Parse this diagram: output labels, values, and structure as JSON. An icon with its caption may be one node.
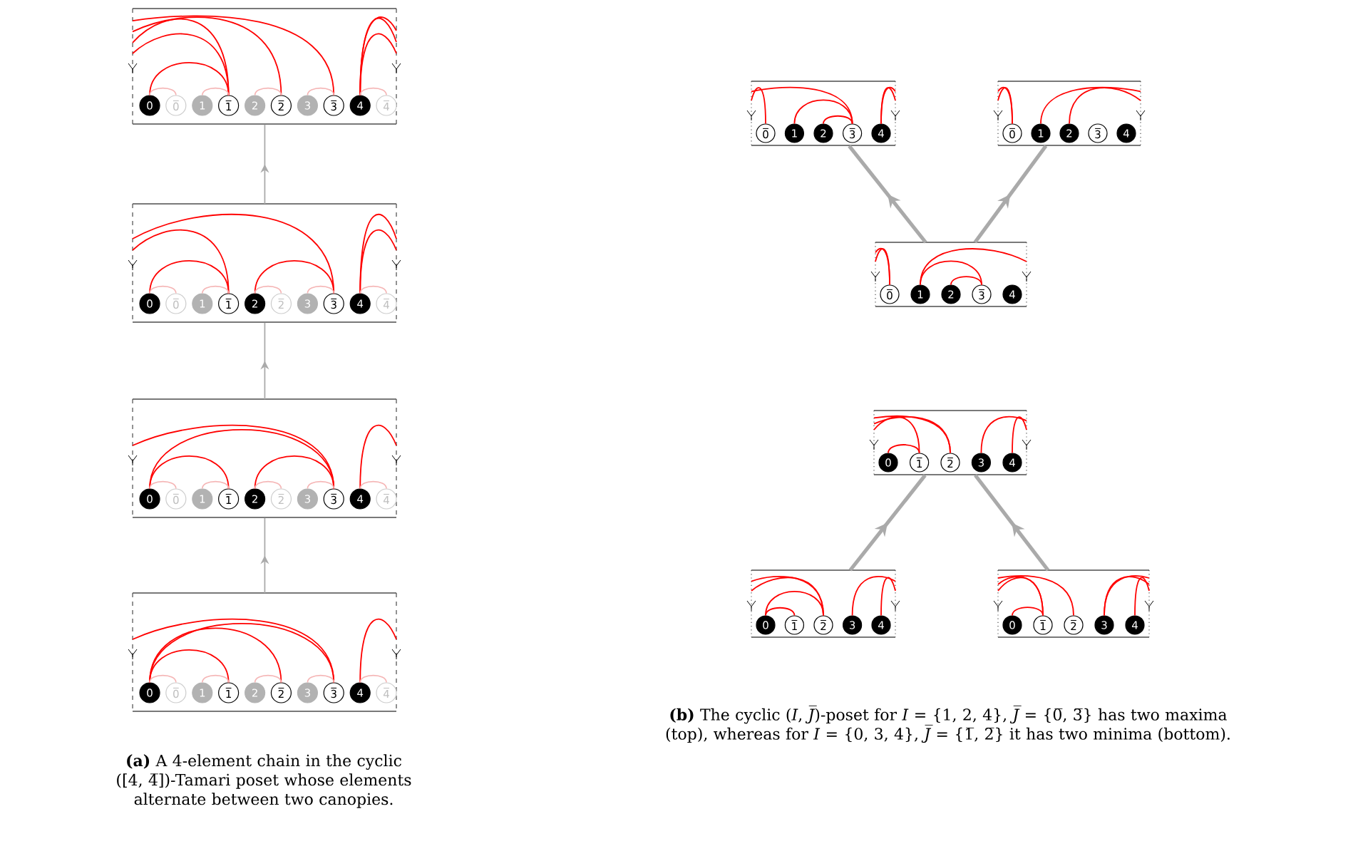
{
  "diagram": {
    "nodes": [
      {
        "text": [],
        "shape": "box"
      },
      {
        "text": [
          "0"
        ],
        "in": 0
      },
      {
        "text": [
          "0̅"
        ],
        "in": 0
      },
      {
        "text": [
          "1"
        ],
        "in": 0
      },
      {
        "text": [
          "1̅"
        ],
        "in": 0
      },
      {
        "text": [
          "2"
        ],
        "in": 0
      },
      {
        "text": [
          "2̅"
        ],
        "in": 0
      },
      {
        "text": [
          "3"
        ],
        "in": 0
      },
      {
        "text": [
          "3̅"
        ],
        "in": 0
      },
      {
        "text": [
          "4"
        ],
        "in": 0
      },
      {
        "text": [
          "4̅"
        ],
        "in": 0
      },
      {
        "text": [],
        "shape": "box"
      },
      {
        "text": [
          "0"
        ],
        "in": 11
      },
      {
        "text": [
          "0̅"
        ],
        "in": 11
      },
      {
        "text": [
          "1"
        ],
        "in": 11
      },
      {
        "text": [
          "1̅"
        ],
        "in": 11
      },
      {
        "text": [
          "2"
        ],
        "in": 11
      },
      {
        "text": [
          "2̅"
        ],
        "in": 11
      },
      {
        "text": [
          "3"
        ],
        "in": 11
      },
      {
        "text": [
          "3̅"
        ],
        "in": 11
      },
      {
        "text": [
          "4"
        ],
        "in": 11
      },
      {
        "text": [
          "4̅"
        ],
        "in": 11
      },
      {
        "text": [],
        "shape": "box"
      },
      {
        "text": [
          "0"
        ],
        "in": 22
      },
      {
        "text": [
          "0̅"
        ],
        "in": 22
      },
      {
        "text": [
          "1"
        ],
        "in": 22
      },
      {
        "text": [
          "1̅"
        ],
        "in": 22
      },
      {
        "text": [
          "2"
        ],
        "in": 22
      },
      {
        "text": [
          "2̅"
        ],
        "in": 22
      },
      {
        "text": [
          "3"
        ],
        "in": 22
      },
      {
        "text": [
          "3̅"
        ],
        "in": 22
      },
      {
        "text": [
          "4"
        ],
        "in": 22
      },
      {
        "text": [
          "4̅"
        ],
        "in": 22
      },
      {
        "text": [],
        "shape": "box"
      },
      {
        "text": [
          "0"
        ],
        "in": 33
      },
      {
        "text": [
          "0̅"
        ],
        "in": 33
      },
      {
        "text": [
          "1"
        ],
        "in": 33
      },
      {
        "text": [
          "1̅"
        ],
        "in": 33
      },
      {
        "text": [
          "2"
        ],
        "in": 33
      },
      {
        "text": [
          "2̅"
        ],
        "in": 33
      },
      {
        "text": [
          "3"
        ],
        "in": 33
      },
      {
        "text": [
          "3̅"
        ],
        "in": 33
      },
      {
        "text": [
          "4"
        ],
        "in": 33
      },
      {
        "text": [
          "4̅"
        ],
        "in": 33
      },
      {
        "text": [],
        "shape": "box"
      },
      {
        "text": [
          "0̅"
        ],
        "in": 44
      },
      {
        "text": [
          "1"
        ],
        "in": 44
      },
      {
        "text": [
          "2"
        ],
        "in": 44
      },
      {
        "text": [
          "3̅"
        ],
        "in": 44
      },
      {
        "text": [
          "4"
        ],
        "in": 44
      },
      {
        "text": [],
        "shape": "box"
      },
      {
        "text": [
          "0̅"
        ],
        "in": 50
      },
      {
        "text": [
          "1"
        ],
        "in": 50
      },
      {
        "text": [
          "2"
        ],
        "in": 50
      },
      {
        "text": [
          "3̅"
        ],
        "in": 50
      },
      {
        "text": [
          "4"
        ],
        "in": 50
      },
      {
        "text": [],
        "shape": "box"
      },
      {
        "text": [
          "0̅"
        ],
        "in": 56
      },
      {
        "text": [
          "1"
        ],
        "in": 56
      },
      {
        "text": [
          "2"
        ],
        "in": 56
      },
      {
        "text": [
          "3̅"
        ],
        "in": 56
      },
      {
        "text": [
          "4"
        ],
        "in": 56
      },
      {
        "text": [],
        "shape": "box"
      },
      {
        "text": [
          "0"
        ],
        "in": 62
      },
      {
        "text": [
          "1̅"
        ],
        "in": 62
      },
      {
        "text": [
          "2̅"
        ],
        "in": 62
      },
      {
        "text": [
          "3"
        ],
        "in": 62
      },
      {
        "text": [
          "4"
        ],
        "in": 62
      },
      {
        "text": [],
        "shape": "box"
      },
      {
        "text": [
          "0"
        ],
        "in": 68
      },
      {
        "text": [
          "1̅"
        ],
        "in": 68
      },
      {
        "text": [
          "2̅"
        ],
        "in": 68
      },
      {
        "text": [
          "3"
        ],
        "in": 68
      },
      {
        "text": [
          "4"
        ],
        "in": 68
      },
      {
        "text": [],
        "shape": "box"
      },
      {
        "text": [
          "0"
        ],
        "in": 74
      },
      {
        "text": [
          "1̅"
        ],
        "in": 74
      },
      {
        "text": [
          "2̅"
        ],
        "in": 74
      },
      {
        "text": [
          "3"
        ],
        "in": 74
      },
      {
        "text": [
          "4"
        ],
        "in": 74
      }
    ],
    "edges": [
      {
        "from": 1,
        "to": 4,
        "arrow": "none"
      },
      {
        "from": null,
        "to": 4,
        "arrow": "none"
      },
      {
        "from": null,
        "to": 4,
        "arrow": "none"
      },
      {
        "from": null,
        "to": 6,
        "arrow": "none"
      },
      {
        "from": null,
        "to": 8,
        "arrow": "none"
      },
      {
        "from": 9,
        "to": null,
        "arrow": "none"
      },
      {
        "from": 9,
        "to": null,
        "arrow": "none"
      },
      {
        "from": 9,
        "to": null,
        "arrow": "none"
      },
      {
        "from": 1,
        "to": 2,
        "arrow": "none",
        "color": "#f5b5b5"
      },
      {
        "from": 3,
        "to": 4,
        "arrow": "none",
        "color": "#f5b5b5"
      },
      {
        "from": 5,
        "to": 6,
        "arrow": "none",
        "color": "#f5b5b5"
      },
      {
        "from": 7,
        "to": 8,
        "arrow": "none",
        "color": "#f5b5b5"
      },
      {
        "from": 9,
        "to": 10,
        "arrow": "none",
        "color": "#f5b5b5"
      },
      {
        "from": 12,
        "to": 15,
        "arrow": "none"
      },
      {
        "from": null,
        "to": 15,
        "arrow": "none"
      },
      {
        "from": null,
        "to": 19,
        "arrow": "none"
      },
      {
        "from": 16,
        "to": 19,
        "arrow": "none"
      },
      {
        "from": 20,
        "to": null,
        "arrow": "none"
      },
      {
        "from": 20,
        "to": null,
        "arrow": "none"
      },
      {
        "from": 12,
        "to": 13,
        "arrow": "none",
        "color": "#f5b5b5"
      },
      {
        "from": 14,
        "to": 15,
        "arrow": "none",
        "color": "#f5b5b5"
      },
      {
        "from": 16,
        "to": 17,
        "arrow": "none",
        "color": "#f5b5b5"
      },
      {
        "from": 18,
        "to": 19,
        "arrow": "none",
        "color": "#f5b5b5"
      },
      {
        "from": 20,
        "to": 21,
        "arrow": "none",
        "color": "#f5b5b5"
      },
      {
        "from": 23,
        "to": 26,
        "arrow": "none"
      },
      {
        "from": 23,
        "to": 30,
        "arrow": "none"
      },
      {
        "from": null,
        "to": 30,
        "arrow": "none"
      },
      {
        "from": 27,
        "to": 30,
        "arrow": "none"
      },
      {
        "from": 31,
        "to": null,
        "arrow": "none"
      },
      {
        "from": 23,
        "to": 24,
        "arrow": "none",
        "color": "#f5b5b5"
      },
      {
        "from": 25,
        "to": 26,
        "arrow": "none",
        "color": "#f5b5b5"
      },
      {
        "from": 27,
        "to": 28,
        "arrow": "none",
        "color": "#f5b5b5"
      },
      {
        "from": 29,
        "to": 30,
        "arrow": "none",
        "color": "#f5b5b5"
      },
      {
        "from": 31,
        "to": 32,
        "arrow": "none",
        "color": "#f5b5b5"
      },
      {
        "from": 34,
        "to": 37,
        "arrow": "none"
      },
      {
        "from": 34,
        "to": 39,
        "arrow": "none"
      },
      {
        "from": 34,
        "to": 41,
        "arrow": "none"
      },
      {
        "from": null,
        "to": 41,
        "arrow": "none"
      },
      {
        "from": 42,
        "to": null,
        "arrow": "none"
      },
      {
        "from": 34,
        "to": 35,
        "arrow": "none",
        "color": "#f5b5b5"
      },
      {
        "from": 36,
        "to": 37,
        "arrow": "none",
        "color": "#f5b5b5"
      },
      {
        "from": 38,
        "to": 39,
        "arrow": "none",
        "color": "#f5b5b5"
      },
      {
        "from": 40,
        "to": 41,
        "arrow": "none",
        "color": "#f5b5b5"
      },
      {
        "from": 42,
        "to": 43,
        "arrow": "none",
        "color": "#f5b5b5"
      },
      {
        "from": 33,
        "to": 22,
        "arrow": "to",
        "color": "#aaaaaa"
      },
      {
        "from": 22,
        "to": 11,
        "arrow": "to",
        "color": "#aaaaaa"
      },
      {
        "from": 11,
        "to": 0,
        "arrow": "to",
        "color": "#aaaaaa"
      },
      {
        "from": null,
        "to": 48,
        "arrow": "none"
      },
      {
        "from": null,
        "to": 45,
        "arrow": "none"
      },
      {
        "from": 46,
        "to": 48,
        "arrow": "none"
      },
      {
        "from": 47,
        "to": 48,
        "arrow": "none"
      },
      {
        "from": 49,
        "to": null,
        "arrow": "none"
      },
      {
        "from": 49,
        "to": null,
        "arrow": "none"
      },
      {
        "from": null,
        "to": 51,
        "arrow": "none"
      },
      {
        "from": null,
        "to": 51,
        "arrow": "none"
      },
      {
        "from": 52,
        "to": null,
        "arrow": "none"
      },
      {
        "from": 53,
        "to": null,
        "arrow": "none"
      },
      {
        "from": null,
        "to": 57,
        "arrow": "none"
      },
      {
        "from": null,
        "to": 57,
        "arrow": "none"
      },
      {
        "from": 58,
        "to": null,
        "arrow": "none"
      },
      {
        "from": 58,
        "to": 60,
        "arrow": "none"
      },
      {
        "from": 59,
        "to": 60,
        "arrow": "none"
      },
      {
        "from": null,
        "to": 65,
        "arrow": "none"
      },
      {
        "from": null,
        "to": 65,
        "arrow": "none"
      },
      {
        "from": null,
        "to": 64,
        "arrow": "none"
      },
      {
        "from": 63,
        "to": 64,
        "arrow": "none"
      },
      {
        "from": 66,
        "to": null,
        "arrow": "none"
      },
      {
        "from": 67,
        "to": null,
        "arrow": "none"
      },
      {
        "from": null,
        "to": 71,
        "arrow": "none"
      },
      {
        "from": null,
        "to": 71,
        "arrow": "none"
      },
      {
        "from": 69,
        "to": 71,
        "arrow": "none"
      },
      {
        "from": 69,
        "to": 70,
        "arrow": "none"
      },
      {
        "from": 72,
        "to": null,
        "arrow": "none"
      },
      {
        "from": 73,
        "to": null,
        "arrow": "none"
      },
      {
        "from": null,
        "to": 77,
        "arrow": "none"
      },
      {
        "from": null,
        "to": 76,
        "arrow": "none"
      },
      {
        "from": null,
        "to": 76,
        "arrow": "none"
      },
      {
        "from": 75,
        "to": 76,
        "arrow": "none"
      },
      {
        "from": 78,
        "to": null,
        "arrow": "none"
      },
      {
        "from": 78,
        "to": null,
        "arrow": "none"
      },
      {
        "from": 79,
        "to": null,
        "arrow": "none"
      },
      {
        "from": 56,
        "to": 44,
        "arrow": "to",
        "style": "thick",
        "color": "#aaaaaa"
      },
      {
        "from": 56,
        "to": 50,
        "arrow": "to",
        "style": "thick",
        "color": "#aaaaaa"
      },
      {
        "from": 68,
        "to": 62,
        "arrow": "to",
        "style": "thick",
        "color": "#aaaaaa"
      },
      {
        "from": 74,
        "to": 62,
        "arrow": "to",
        "style": "thick",
        "color": "#aaaaaa"
      }
    ],
    "labels": [
      "**(b)** The cyclic (*I*, *J̅*)-poset for *I* = {1, 2, 4}, *J̅* = {0̅, 3̅} has two maxima (top), whereas for *I* = {0, 3, 4}, *J̅* = {1̅, 2̅} it has two minima (bottom).",
      "**(a)** A 4-element chain in the cyclic ([4, 4̅])-Tamari poset whose elements alternate between two canopies."
    ]
  }
}
